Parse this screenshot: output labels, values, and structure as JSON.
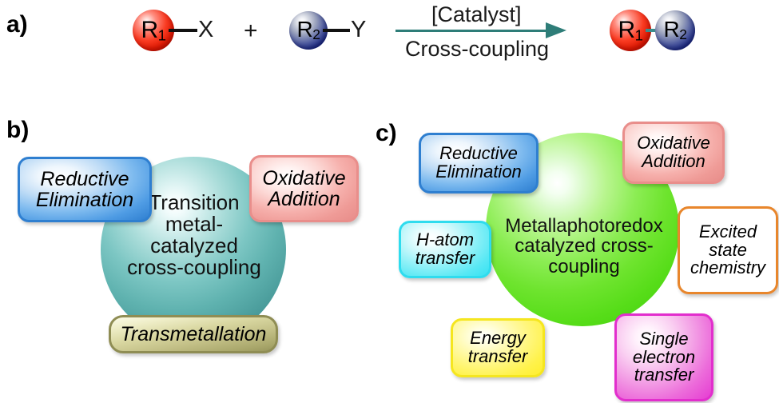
{
  "figure": {
    "panels": {
      "a": {
        "letter": "a)"
      },
      "b": {
        "letter": "b)"
      },
      "c": {
        "letter": "c)"
      }
    }
  },
  "scheme": {
    "reactant_1": {
      "sphere_label": "R",
      "sphere_subscript": "1",
      "leaving_group": "X",
      "sphere_color": "#f93b22"
    },
    "reactant_2": {
      "sphere_label": "R",
      "sphere_subscript": "2",
      "leaving_group": "Y",
      "sphere_color": "#1b2a8c"
    },
    "plus": "+",
    "arrow": {
      "condition_above": "[Catalyst]",
      "condition_below": "Cross-coupling",
      "color": "#2e7d78"
    },
    "product": {
      "left_label": "R",
      "left_subscript": "1",
      "right_label": "R",
      "right_subscript": "2",
      "bond_color": "#3c8c8c"
    }
  },
  "panel_b": {
    "center": {
      "caption": "Transition\nmetal-\ncatalyzed\ncross-coupling",
      "sphere_color": "#5fb2af"
    },
    "boxes": [
      {
        "label": "Reductive\nElimination",
        "color": "#2f7fd0"
      },
      {
        "label": "Oxidative\nAddition",
        "color": "#e98e8b"
      },
      {
        "label": "Transmetallation",
        "color": "#8f8d54"
      }
    ]
  },
  "panel_c": {
    "center": {
      "caption": "Metallaphotoredox\ncatalyzed cross-\ncoupling",
      "sphere_color": "#6ee42e"
    },
    "boxes": [
      {
        "label": "Reductive\nElimination",
        "color": "#2f7fd0"
      },
      {
        "label": "Oxidative\nAddition",
        "color": "#e98e8b"
      },
      {
        "label": "H-atom\ntransfer",
        "color": "#2fdcee"
      },
      {
        "label": "Excited\nstate\nchemistry",
        "color": "#e8862c"
      },
      {
        "label": "Energy\ntransfer",
        "color": "#f5e61f"
      },
      {
        "label": "Single\nelectron\ntransfer",
        "color": "#e22ecd"
      }
    ]
  }
}
